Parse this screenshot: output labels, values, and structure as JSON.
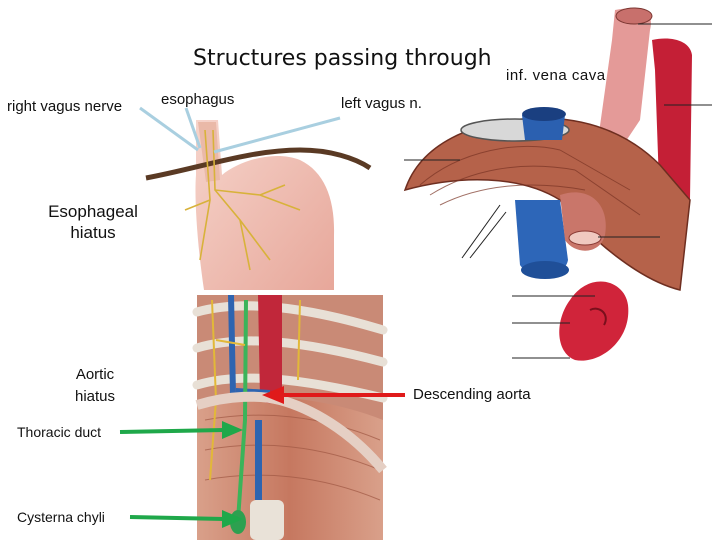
{
  "title": "Structures passing through",
  "labels": {
    "right_vagus": "right vagus nerve",
    "esophagus": "esophagus",
    "left_vagus": "left vagus n.",
    "inf_vena_cava": "inf. vena cava",
    "esophageal_hiatus": "Esophageal hiatus",
    "aortic_hiatus": "Aortic hiatus",
    "descending_aorta": "Descending aorta",
    "thoracic_duct": "Thoracic duct",
    "cysterna_chyli": "Cysterna chyli"
  },
  "colors": {
    "pointer_blue": "#a9cfe0",
    "arrow_red": "#e01a1a",
    "arrow_green": "#1fa84a",
    "aorta_red": "#b3192b",
    "vein_blue": "#2e64b0",
    "diaphragm": "#b3614d",
    "nerve_yellow": "#e2b838"
  }
}
